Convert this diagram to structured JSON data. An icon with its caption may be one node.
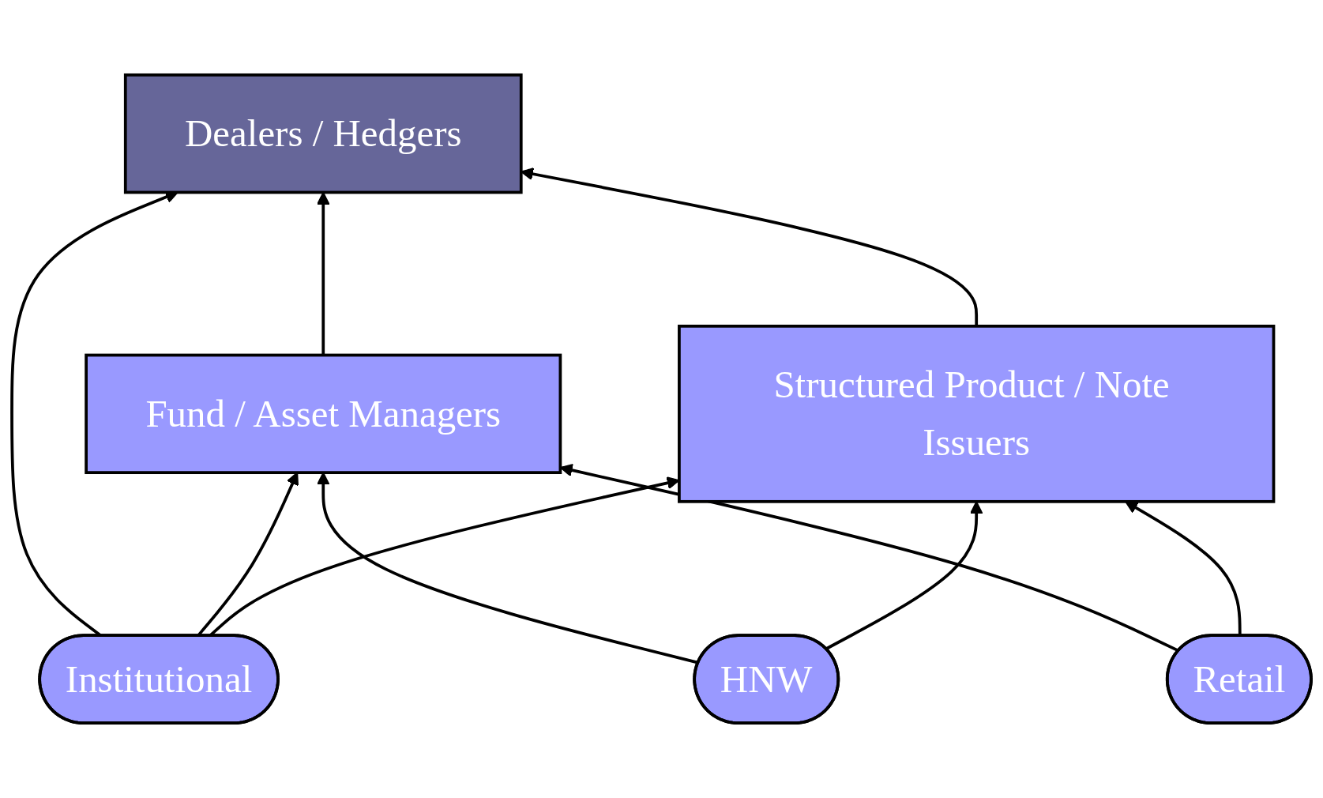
{
  "diagram": {
    "nodes": [
      {
        "text": [
          "Dealers / Hedgers"
        ]
      },
      {
        "text": [
          "Fund / Asset Managers"
        ]
      },
      {
        "text": [
          "Institutional"
        ]
      },
      {
        "text": [
          "Structured Product / Note Issuers"
        ]
      },
      {
        "text": [
          "HNW"
        ]
      },
      {
        "text": [
          "Retail"
        ]
      }
    ],
    "edges": [
      {
        "from": 1,
        "to": 0,
        "arrow": "to"
      },
      {
        "from": 2,
        "to": 0,
        "arrow": "to"
      },
      {
        "from": 3,
        "to": 0,
        "arrow": "to"
      },
      {
        "from": 2,
        "to": 1,
        "arrow": "to"
      },
      {
        "from": 2,
        "to": 3,
        "arrow": "to"
      },
      {
        "from": 4,
        "to": 1,
        "arrow": "to"
      },
      {
        "from": 4,
        "to": 3,
        "arrow": "to"
      },
      {
        "from": 5,
        "to": 1,
        "arrow": "to"
      },
      {
        "from": 5,
        "to": 3,
        "arrow": "to"
      }
    ]
  }
}
